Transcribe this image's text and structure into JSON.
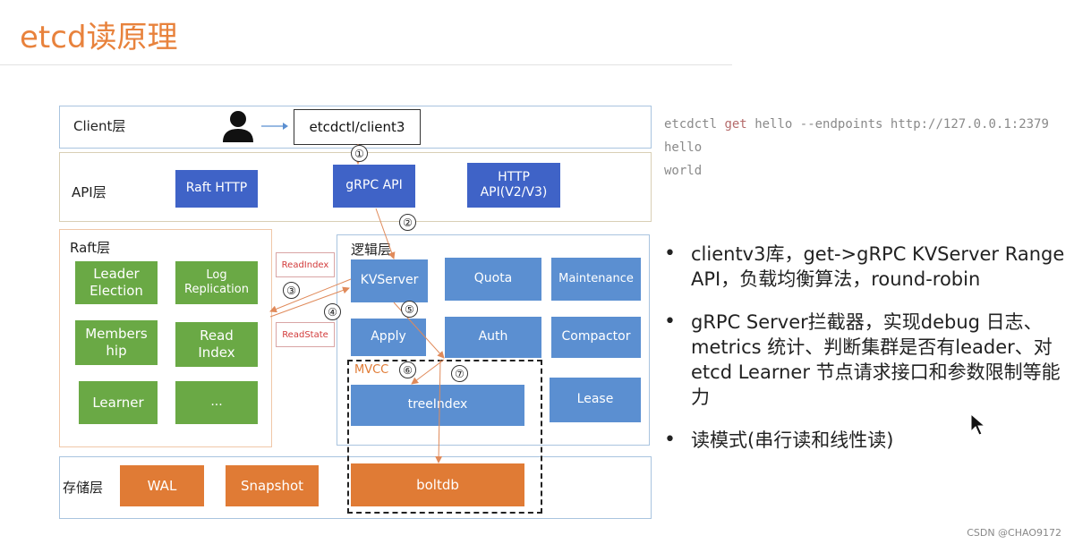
{
  "title": "etcd读原理",
  "layers": {
    "client": "Client层",
    "api": "API层",
    "raft": "Raft层",
    "logic": "逻辑层",
    "storage": "存储层"
  },
  "client_box": "etcdctl/client3",
  "api_boxes": {
    "raft_http": "Raft HTTP",
    "grpc_api": "gRPC API",
    "http_api": "HTTP API(V2/V3)"
  },
  "raft_boxes": {
    "leader_election": "Leader Election",
    "log_replication": "Log Replication",
    "membership": "Members hip",
    "read_index": "Read Index",
    "learner": "Learner",
    "more": "..."
  },
  "logic_boxes": {
    "kvserver": "KVServer",
    "quota": "Quota",
    "maintenance": "Maintenance",
    "apply": "Apply",
    "auth": "Auth",
    "compactor": "Compactor",
    "mvcc": "MVCC",
    "treeindex": "treeIndex",
    "lease": "Lease"
  },
  "storage_boxes": {
    "wal": "WAL",
    "snapshot": "Snapshot",
    "boltdb": "boltdb"
  },
  "tags": {
    "read_index": "ReadIndex",
    "read_state": "ReadState"
  },
  "steps": [
    "①",
    "②",
    "③",
    "④",
    "⑤",
    "⑥",
    "⑦"
  ],
  "code": {
    "cmd": "etcdctl",
    "verb": "get",
    "args": "hello --endpoints http://127.0.0.1:2379",
    "out1": "hello",
    "out2": "world"
  },
  "bullets": [
    "clientv3库，get->gRPC KVServer Range API，负载均衡算法，round-robin",
    "gRPC Server拦截器，实现debug 日志、metrics 统计、判断集群是否有leader、对 etcd Learner 节点请求接口和参数限制等能力",
    "读模式(串行读和线性读)"
  ],
  "watermark": "CSDN @CHAO9172",
  "colors": {
    "title": "#e8823c",
    "blue_box": "#5b8fd1",
    "navy_box": "#3f63c7",
    "green_box": "#6aa945",
    "orange_box": "#e07b35",
    "tag_text": "#d23b3b"
  },
  "icons": [
    "user-icon",
    "arrow-right-icon",
    "mouse-cursor-icon"
  ]
}
